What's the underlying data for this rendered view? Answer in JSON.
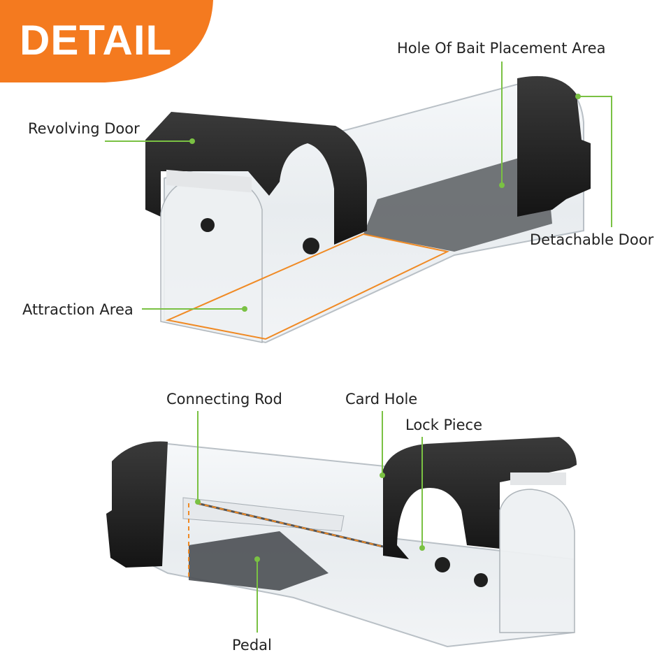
{
  "badge": {
    "text": "DETAIL",
    "color": "#f47a1f"
  },
  "accent_colors": {
    "leader": "#7ac143",
    "highlight": "#f08a24",
    "trap_body": "#1d1d1d"
  },
  "labels": {
    "hole_of_bait_placement_area": "Hole Of Bait Placement Area",
    "revolving_door": "Revolving Door",
    "detachable_door": "Detachable Door",
    "attraction_area": "Attraction Area",
    "connecting_rod": "Connecting Rod",
    "card_hole": "Card Hole",
    "lock_piece": "Lock Piece",
    "pedal": "Pedal"
  }
}
